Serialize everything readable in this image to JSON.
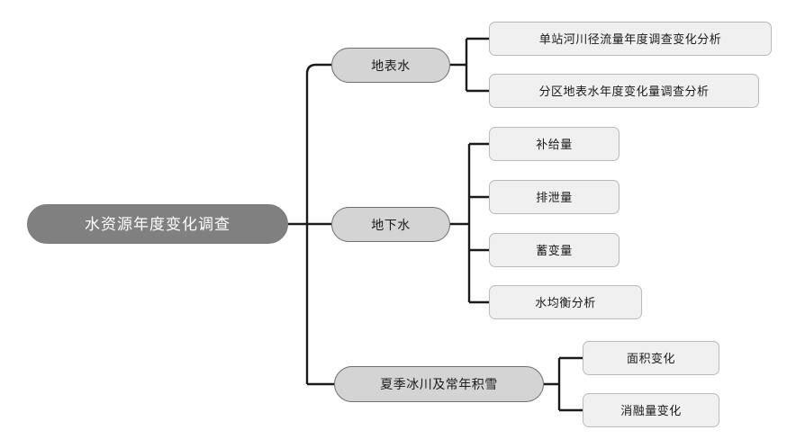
{
  "diagram": {
    "type": "mindmap",
    "orientation": "left-to-right",
    "colors": {
      "root_fill": "#808080",
      "root_text": "#ffffff",
      "branch_fill": "#d4d4d4",
      "branch_border": "#6f6f6f",
      "leaf_fill": "#f0f0f0",
      "leaf_border": "#b9b9b9",
      "connector": "#1a1a1a",
      "background": "#ffffff"
    },
    "root": {
      "label": "水资源年度变化调查"
    },
    "branches": [
      {
        "label": "地表水",
        "children": [
          {
            "label": "单站河川径流量年度调查变化分析"
          },
          {
            "label": "分区地表水年度变化量调查分析"
          }
        ]
      },
      {
        "label": "地下水",
        "children": [
          {
            "label": "补给量"
          },
          {
            "label": "排泄量"
          },
          {
            "label": "蓄变量"
          },
          {
            "label": "水均衡分析"
          }
        ]
      },
      {
        "label": "夏季冰川及常年积雪",
        "children": [
          {
            "label": "面积变化"
          },
          {
            "label": "消融量变化"
          }
        ]
      }
    ]
  }
}
